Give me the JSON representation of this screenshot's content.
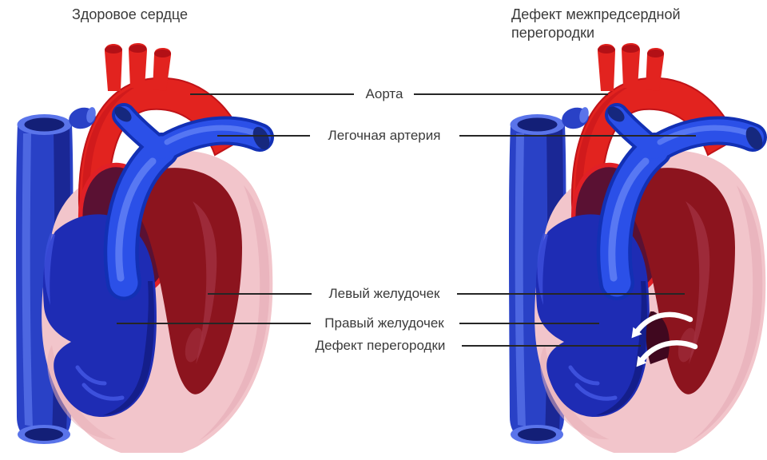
{
  "titles": {
    "healthy": "Здоровое сердце",
    "defect": "Дефект межпредсердной перегородки"
  },
  "labels": {
    "aorta": "Аорта",
    "pulmonary_artery": "Легочная артерия",
    "left_ventricle": "Левый желудочек",
    "right_ventricle": "Правый желудочек",
    "septal_defect": "Дефект перегородки"
  },
  "colors": {
    "red": "#e2231f",
    "red_cap": "#b31016",
    "dark_red": "#8c141e",
    "maroon": "#5a1133",
    "ring_red": "#e02026",
    "blue": "#2941c6",
    "blue_dark": "#18258f",
    "blue_light": "#5a74ea",
    "blue_cap": "#131f77",
    "dark_blue": "#1e2cb4",
    "bright_blue": "#2b50e8",
    "pa_outline": "#1230b4",
    "pa_highlight": "#5d7cf4",
    "pink": "#f2c5cb",
    "pink_shadow": "#e7aeb8",
    "line": "#262626",
    "text": "#3a3a3a"
  }
}
